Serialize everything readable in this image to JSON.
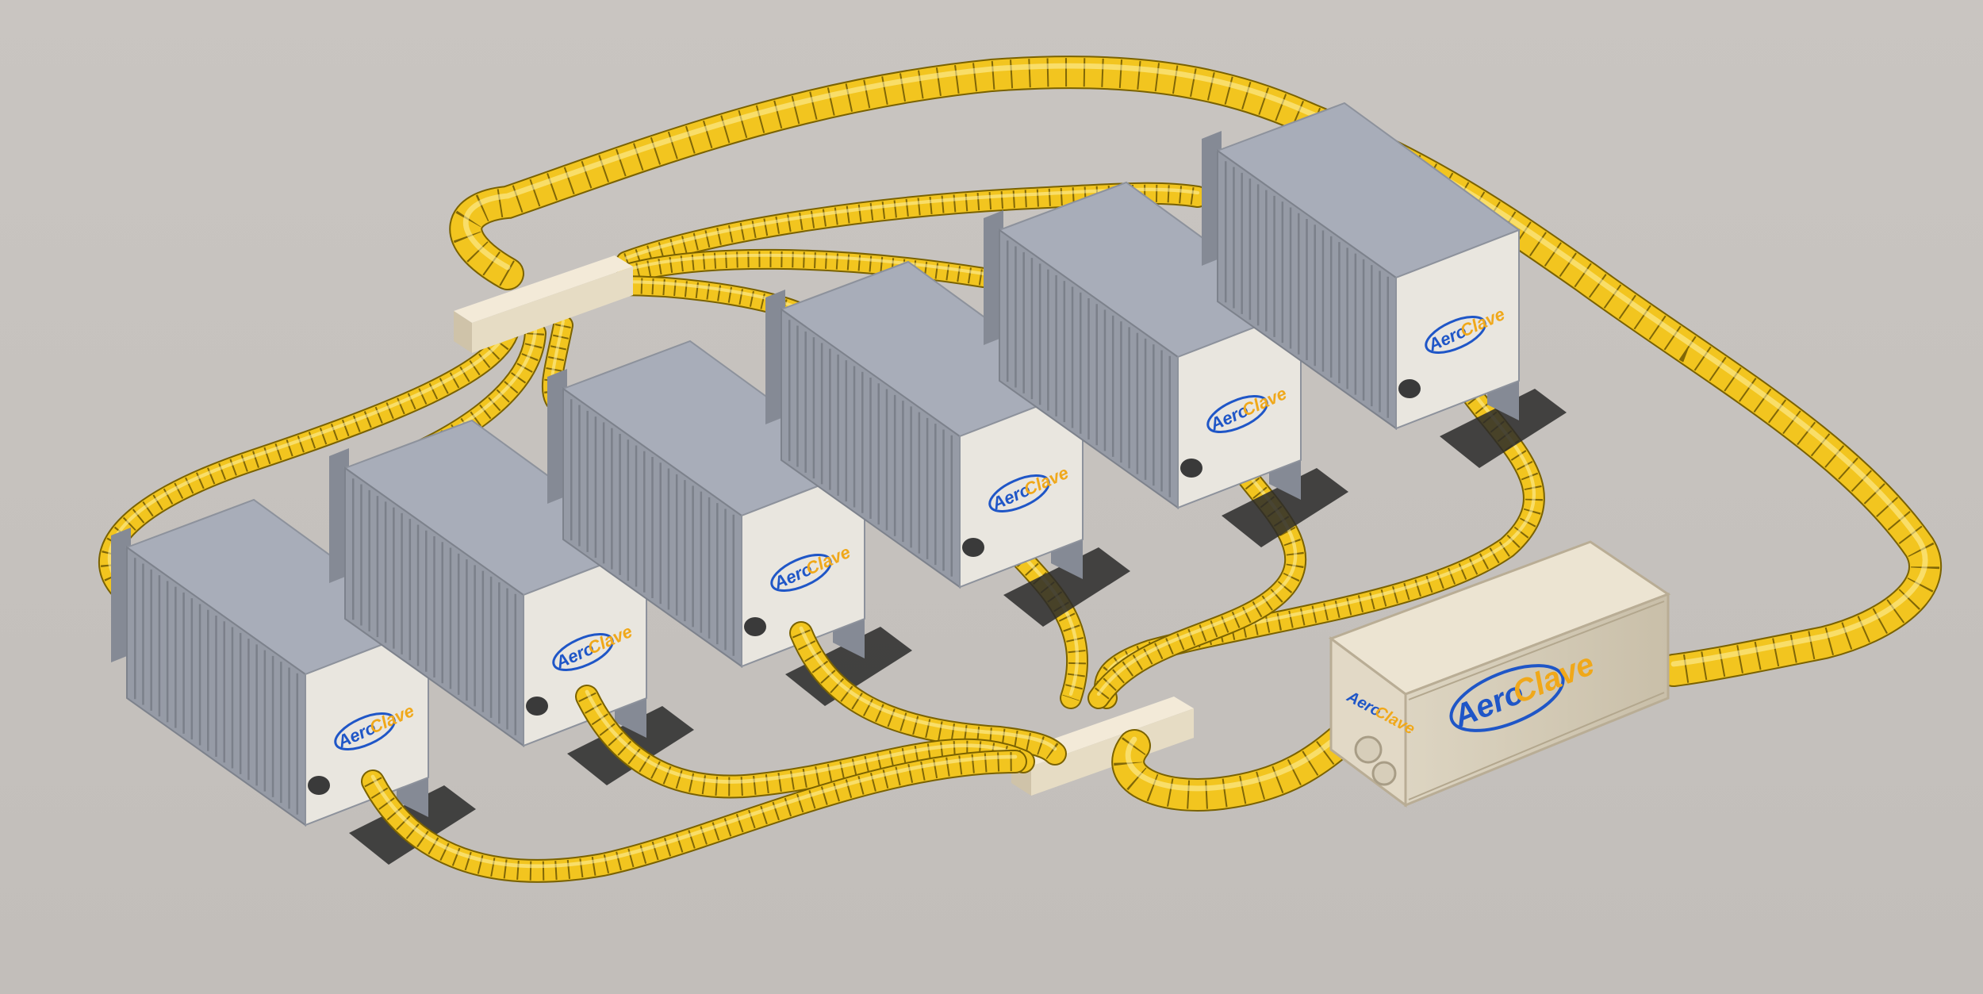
{
  "colors": {
    "background": "#c7c3bf",
    "hose": "#f2c51f",
    "hose_rib": "#5a4700",
    "container_top": "#a8adb9",
    "container_side": "#969ba6",
    "container_end": "#e9e6df",
    "door": "#858a95",
    "manifold": "#e8dcc4",
    "main_unit": "#d6cdb9",
    "logo_blue": "#1f56c7",
    "logo_orange": "#f0a81a"
  },
  "brand": {
    "aero": "Aero",
    "clave": "Clave"
  },
  "containers": [
    {
      "id": "container-1",
      "logo": "AeroClave"
    },
    {
      "id": "container-2",
      "logo": "AeroClave"
    },
    {
      "id": "container-3",
      "logo": "AeroClave"
    },
    {
      "id": "container-4",
      "logo": "AeroClave"
    },
    {
      "id": "container-5",
      "logo": "AeroClave"
    },
    {
      "id": "container-6",
      "logo": "AeroClave"
    }
  ],
  "main_unit": {
    "logo": "AeroClave"
  },
  "icons": [
    "flexible-duct-hose",
    "air-manifold",
    "shipping-container",
    "decontamination-unit"
  ]
}
